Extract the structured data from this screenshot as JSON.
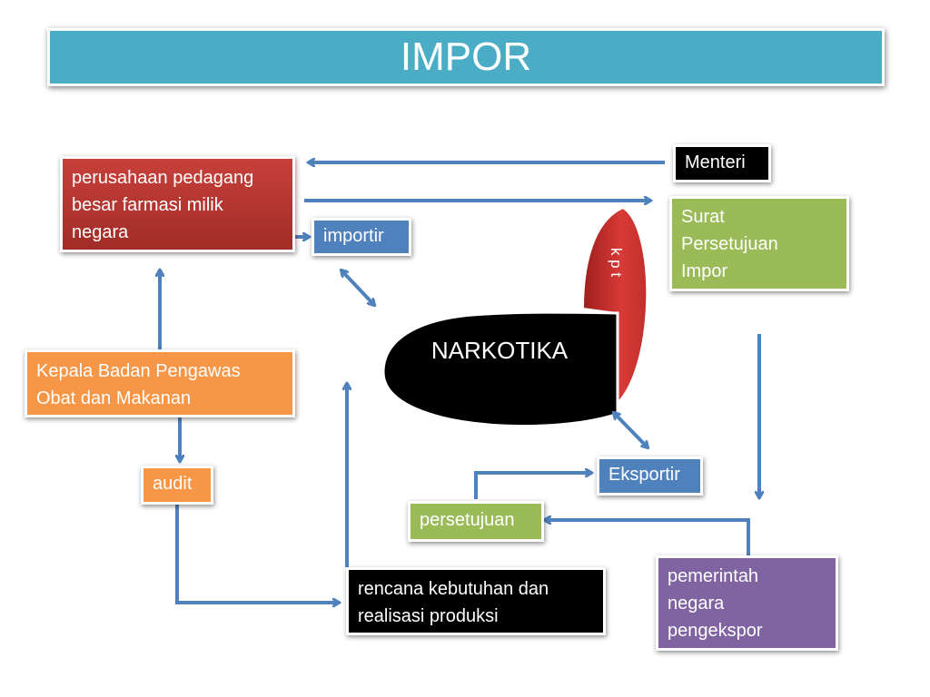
{
  "title": "IMPOR",
  "colors": {
    "title_bg": "#4bacc6",
    "red": "#b0332f",
    "blue": "#4f81bd",
    "green": "#9bbb59",
    "orange": "#f79646",
    "purple": "#8064a2",
    "black": "#000000",
    "arrow": "#4f81bd"
  },
  "nodes": {
    "perusahaan": "perusahaan pedagang besar farmasi milik negara",
    "menteri": "Menteri",
    "importir": "importir",
    "surat": "Surat Persetujuan Impor",
    "kepala": "Kepala Badan Pengawas Obat dan Makanan",
    "narkotika": "NARKOTIKA",
    "kpt": "k p t",
    "audit": "audit",
    "eksportir": "Eksportir",
    "persetujuan": "persetujuan",
    "rencana": "rencana kebutuhan dan realisasi produksi",
    "pemerintah": "pemerintah negara pengekspor"
  }
}
